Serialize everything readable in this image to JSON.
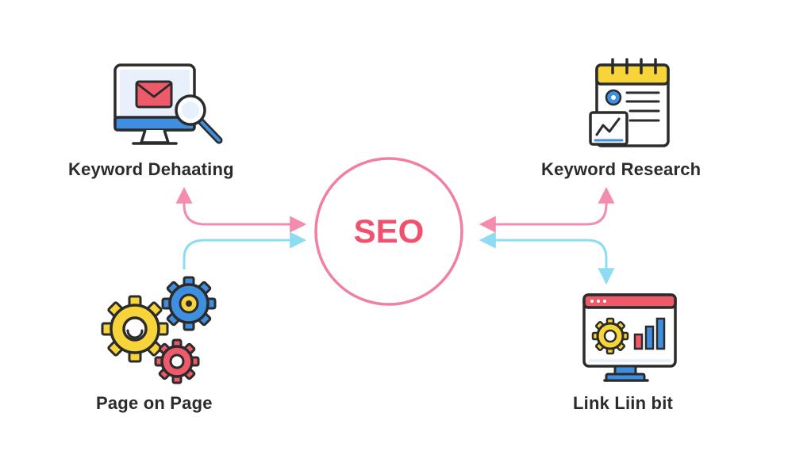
{
  "center": {
    "label": "SEO"
  },
  "nodes": {
    "top_left": {
      "label": "Keyword Dehaating",
      "icon": "monitor-email-search-icon"
    },
    "top_right": {
      "label": "Keyword Research",
      "icon": "calendar-document-chart-icon"
    },
    "bottom_left": {
      "label": "Page on Page",
      "icon": "gears-icon"
    },
    "bottom_right": {
      "label": "Link Liin bit",
      "icon": "monitor-gear-bar-chart-icon"
    }
  },
  "colors": {
    "center_ring": "#f27ea0",
    "center_text": "#f0516d",
    "arrow_pink": "#f48cad",
    "arrow_blue": "#8ddcf2",
    "icon_outline": "#2b2b2b",
    "icon_blue": "#3f8fe0",
    "icon_yellow": "#f6d43a",
    "icon_red": "#ef5a6a",
    "icon_screen": "#e8f1fb"
  }
}
